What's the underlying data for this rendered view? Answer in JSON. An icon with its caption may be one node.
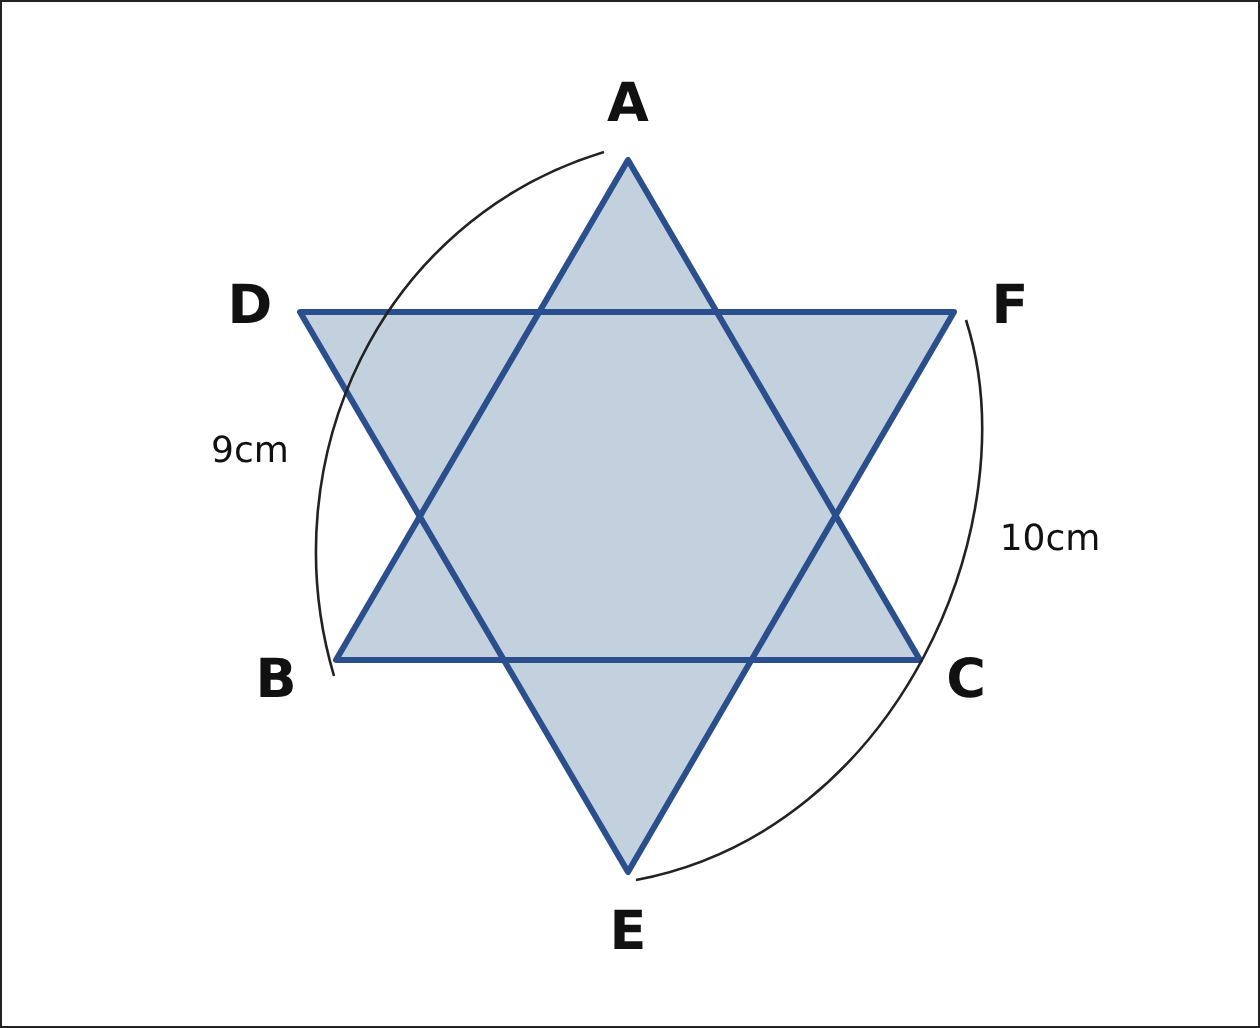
{
  "diagram": {
    "labels": [
      "A",
      "D",
      "F",
      "9cm",
      "10cm",
      "B",
      "C",
      "E"
    ]
  }
}
